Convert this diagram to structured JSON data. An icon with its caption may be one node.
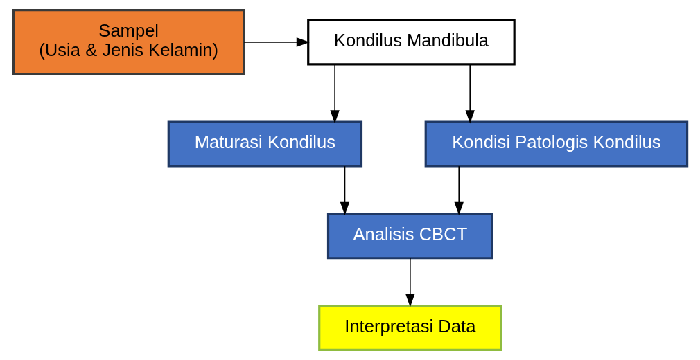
{
  "diagram": {
    "nodes": [
      {
        "text": [
          "Kondilus Mandibula"
        ]
      },
      {
        "text": [
          "Sampel",
          "(Usia & Jenis Kelamin)"
        ]
      },
      {
        "text": [
          "Maturasi Kondilus"
        ]
      },
      {
        "text": [
          "Kondisi Patologis Kondilus"
        ]
      },
      {
        "text": [
          "Analisis CBCT"
        ]
      },
      {
        "text": [
          "Interpretasi Data"
        ]
      }
    ],
    "edges": [
      {
        "from": 1,
        "to": 0,
        "arrow": "to"
      },
      {
        "from": 0,
        "to": 2,
        "arrow": "to"
      },
      {
        "from": 0,
        "to": 3,
        "arrow": "to"
      },
      {
        "from": 2,
        "to": 4,
        "arrow": "to"
      },
      {
        "from": 3,
        "to": 4,
        "arrow": "to"
      },
      {
        "from": 4,
        "to": 5,
        "arrow": "to"
      }
    ]
  }
}
